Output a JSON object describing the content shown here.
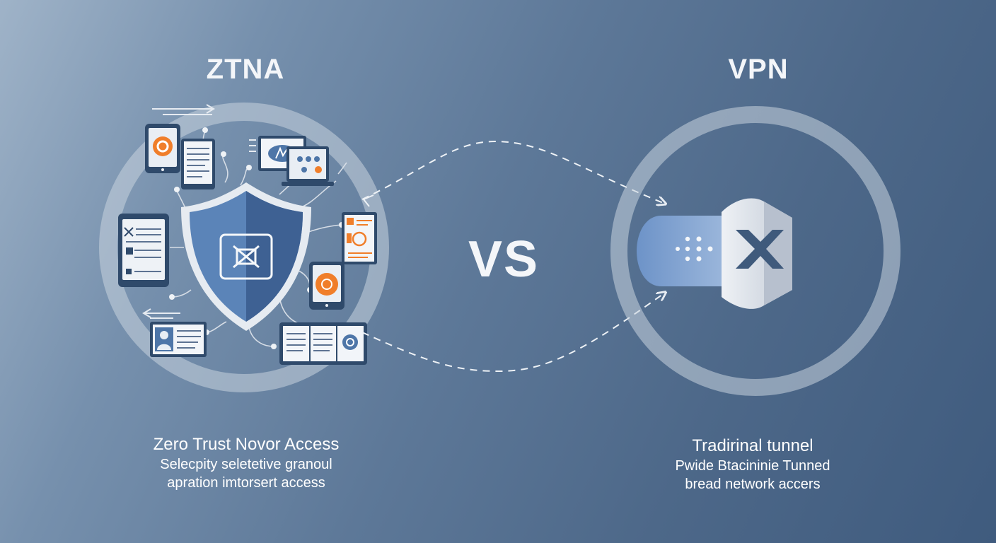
{
  "ztna": {
    "title": "ZTNA",
    "caption_line1": "Zero Trust Novor Access",
    "caption_line2": "Selecpity seletetive granoul",
    "caption_line3": "apration imtorsert access"
  },
  "vs_label": "VS",
  "vpn": {
    "title": "VPN",
    "caption_line1": "Tradirinal tunnel",
    "caption_line2": "Pwide Btacininie Tunned",
    "caption_line3": "bread network accers"
  },
  "colors": {
    "shield": "#4e76a8",
    "accent_orange": "#f07e2a",
    "ring": "#c9d3de",
    "tunnel": "#7a9fd0"
  },
  "icons": [
    "shield-icon",
    "network-node-icon",
    "tablet-icon",
    "document-icon",
    "laptop-icon",
    "user-card-icon",
    "vpn-tunnel-icon",
    "cross-arrows-icon"
  ]
}
